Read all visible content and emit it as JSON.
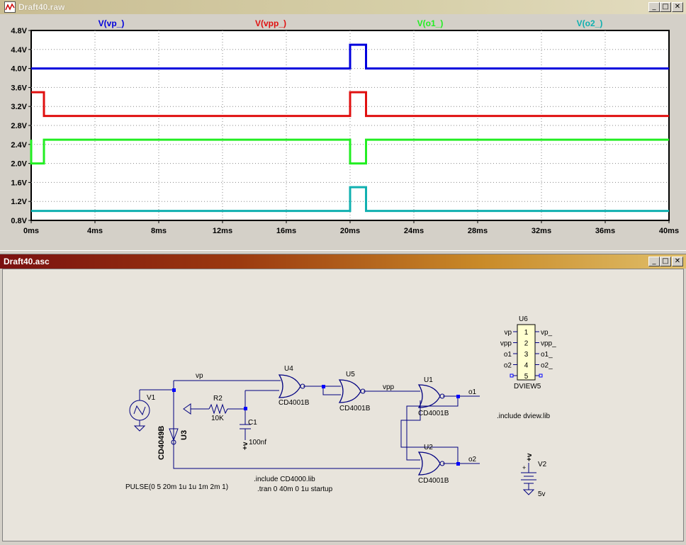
{
  "plot_window": {
    "title": "Draft40.raw",
    "buttons": {
      "minimize": "_",
      "maximize": "□",
      "close": "✕"
    }
  },
  "schematic_window": {
    "title": "Draft40.asc",
    "buttons": {
      "minimize": "_",
      "maximize": "□",
      "close": "✕"
    }
  },
  "chart_data": {
    "type": "line",
    "x_unit": "ms",
    "xlim": [
      0,
      40
    ],
    "ylim": [
      0.8,
      4.8
    ],
    "x_ticks": [
      "0ms",
      "4ms",
      "8ms",
      "12ms",
      "16ms",
      "20ms",
      "24ms",
      "28ms",
      "32ms",
      "36ms",
      "40ms"
    ],
    "x_tick_values": [
      0,
      4,
      8,
      12,
      16,
      20,
      24,
      28,
      32,
      36,
      40
    ],
    "y_ticks": [
      "0.8V",
      "1.2V",
      "1.6V",
      "2.0V",
      "2.4V",
      "2.8V",
      "3.2V",
      "3.6V",
      "4.0V",
      "4.4V",
      "4.8V"
    ],
    "y_tick_values": [
      0.8,
      1.2,
      1.6,
      2.0,
      2.4,
      2.8,
      3.2,
      3.6,
      4.0,
      4.4,
      4.8
    ],
    "grid": true,
    "series": [
      {
        "name": "V(vp_)",
        "color": "#0000dd",
        "x": [
          0,
          20,
          20,
          21,
          21,
          40
        ],
        "y": [
          4.0,
          4.0,
          4.5,
          4.5,
          4.0,
          4.0
        ]
      },
      {
        "name": "V(vpp_)",
        "color": "#e01010",
        "x": [
          0,
          0.8,
          0.8,
          20,
          20,
          21,
          21,
          40
        ],
        "y": [
          3.5,
          3.5,
          3.0,
          3.0,
          3.5,
          3.5,
          3.0,
          3.0
        ]
      },
      {
        "name": "V(o1_)",
        "color": "#22ee22",
        "x": [
          0,
          0,
          0.8,
          0.8,
          20,
          20,
          21,
          21,
          40
        ],
        "y": [
          2.5,
          2.0,
          2.0,
          2.5,
          2.5,
          2.0,
          2.0,
          2.5,
          2.5
        ]
      },
      {
        "name": "V(o2_)",
        "color": "#10b0b0",
        "x": [
          0,
          20,
          20,
          21,
          21,
          40
        ],
        "y": [
          1.0,
          1.0,
          1.5,
          1.5,
          1.0,
          1.0
        ]
      }
    ]
  },
  "schematic": {
    "labels": {
      "v1": "V1",
      "r2": "R2",
      "r2_val": "10K",
      "c1": "C1",
      "c1_val": "100nf",
      "c1_supply": "+v",
      "u3": "U3",
      "u3_type": "CD4049B",
      "u4": "U4",
      "u4_type": "CD4001B",
      "u5": "U5",
      "u5_type": "CD4001B",
      "u1": "U1",
      "u1_type": "CD4001B",
      "u2": "U2",
      "u2_type": "CD4001B",
      "net_vp": "vp",
      "net_vpp": "vpp",
      "net_o1": "o1",
      "net_o2": "o2",
      "v2": "V2",
      "v2_val": "5v",
      "v2_supply": "+v",
      "u6": "U6",
      "u6_type": "DVIEW5",
      "plus": "+"
    },
    "u6_pins": [
      {
        "num": "1",
        "left": "vp",
        "right": "vp_"
      },
      {
        "num": "2",
        "left": "vpp",
        "right": "vpp_"
      },
      {
        "num": "3",
        "left": "o1",
        "right": "o1_"
      },
      {
        "num": "4",
        "left": "o2",
        "right": "o2_"
      },
      {
        "num": "5",
        "left": "",
        "right": ""
      }
    ],
    "directives": {
      "include_dview": ".include dview.lib",
      "include_cd4000": ".include CD4000.lib",
      "tran": ".tran 0 40m 0 1u startup",
      "pulse": "PULSE(0 5 20m 1u 1u 1m 2m 1)"
    }
  }
}
